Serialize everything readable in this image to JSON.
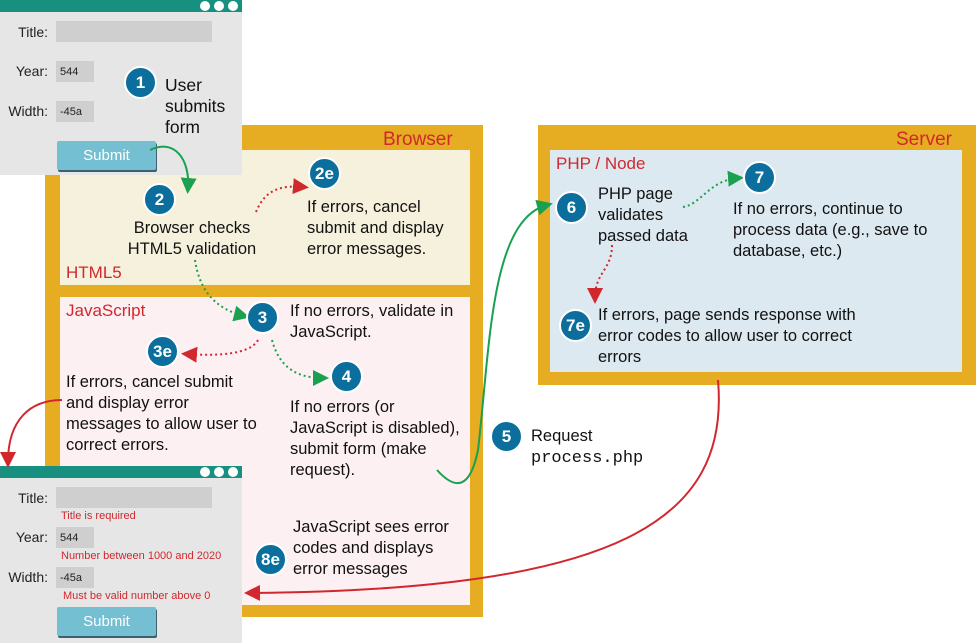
{
  "browser": {
    "label": "Browser",
    "html5_label": "HTML5",
    "js_label": "JavaScript"
  },
  "server": {
    "label": "Server",
    "php_label": "PHP / Node"
  },
  "form_initial": {
    "title_label": "Title:",
    "title_value": "",
    "year_label": "Year:",
    "year_value": "544",
    "width_label": "Width:",
    "width_value": "-45a",
    "submit": "Submit"
  },
  "form_errors": {
    "title_label": "Title:",
    "title_value": "",
    "title_error": "Title is required",
    "year_label": "Year:",
    "year_value": "544",
    "year_error": "Number between 1000 and 2020",
    "width_label": "Width:",
    "width_value": "-45a",
    "width_error": "Must be valid number above 0",
    "submit": "Submit"
  },
  "steps": {
    "s1": {
      "num": "1",
      "text": "User submits form"
    },
    "s2": {
      "num": "2",
      "text": "Browser checks HTML5 validation"
    },
    "s2e": {
      "num": "2e",
      "text": "If errors, cancel submit and display error messages."
    },
    "s3": {
      "num": "3",
      "text": "If no errors, validate in JavaScript."
    },
    "s3e": {
      "num": "3e",
      "text": "If errors, cancel submit and display error messages to allow user to correct errors."
    },
    "s4": {
      "num": "4",
      "text": "If no errors (or JavaScript is disabled), submit form (make request)."
    },
    "s5": {
      "num": "5",
      "text": "Request",
      "code": "process.php"
    },
    "s6": {
      "num": "6",
      "text": "PHP page validates passed data"
    },
    "s7": {
      "num": "7",
      "text": "If no errors, continue to process data (e.g., save to database, etc.)"
    },
    "s7e": {
      "num": "7e",
      "text": "If errors, page sends response with error codes to allow user to correct errors"
    },
    "s8e": {
      "num": "8e",
      "text": "JavaScript sees error codes and displays error messages"
    }
  },
  "colors": {
    "frame": "#e6ad22",
    "step": "#0b6e9c",
    "label_red": "#d1282e",
    "green": "#1aa050",
    "html5_bg": "#f5f1dc",
    "js_bg": "#fdf0f2",
    "server_bg": "#dde9f0"
  }
}
